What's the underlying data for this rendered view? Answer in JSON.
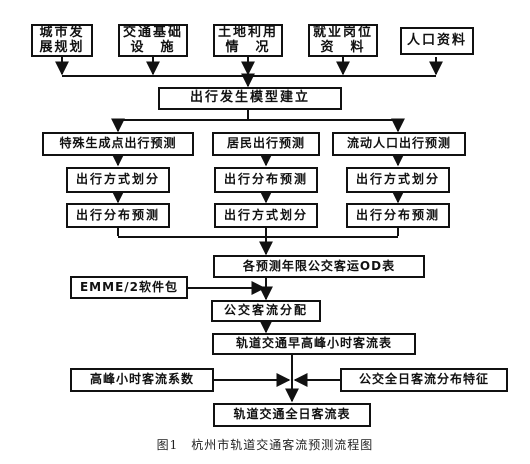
{
  "inputs": [
    "城市发\n展规划",
    "交通基础\n设　施",
    "土地利用\n情　况",
    "就业岗位\n资　料",
    "人口资料"
  ],
  "model_box": "出行发生模型建立",
  "branches": [
    {
      "head": "特殊生成点出行预测",
      "step1": "出行方式划分",
      "step2": "出行分布预测"
    },
    {
      "head": "居民出行预测",
      "step1": "出行分布预测",
      "step2": "出行方式划分"
    },
    {
      "head": "流动人口出行预测",
      "step1": "出行方式划分",
      "step2": "出行分布预测"
    }
  ],
  "od_box": "各预测年限公交客运OD表",
  "emme_box": "EMME/2软件包",
  "assign_box": "公交客流分配",
  "peak_table_box": "轨道交通早高峰小时客流表",
  "peak_coef_box": "高峰小时客流系数",
  "daily_feature_box": "公交全日客流分布特征",
  "final_box": "轨道交通全日客流表",
  "caption": "图1　杭州市轨道交通客流预测流程图"
}
